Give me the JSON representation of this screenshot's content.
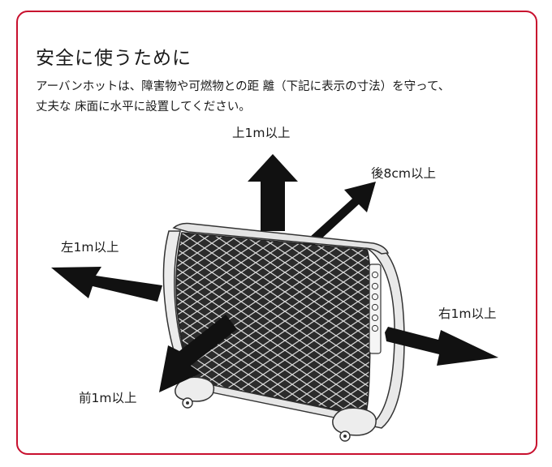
{
  "title": "安全に使うために",
  "description_line1": "アーバンホットは、障害物や可燃物との距 離（下記に表示の寸法）を守って、",
  "description_line2": "丈夫な 床面に水平に設置してください。",
  "labels": {
    "top": "上1m以上",
    "back": "後8cm以上",
    "left": "左1m以上",
    "right": "右1m以上",
    "front": "前1m以上"
  },
  "colors": {
    "frame": "#c8102e",
    "arrow": "#111111",
    "heater_body": "#f2f2f2",
    "panel": "#2b2b2b"
  },
  "icons": {
    "control_buttons": [
      "power",
      "button",
      "button",
      "button",
      "button",
      "button"
    ]
  }
}
